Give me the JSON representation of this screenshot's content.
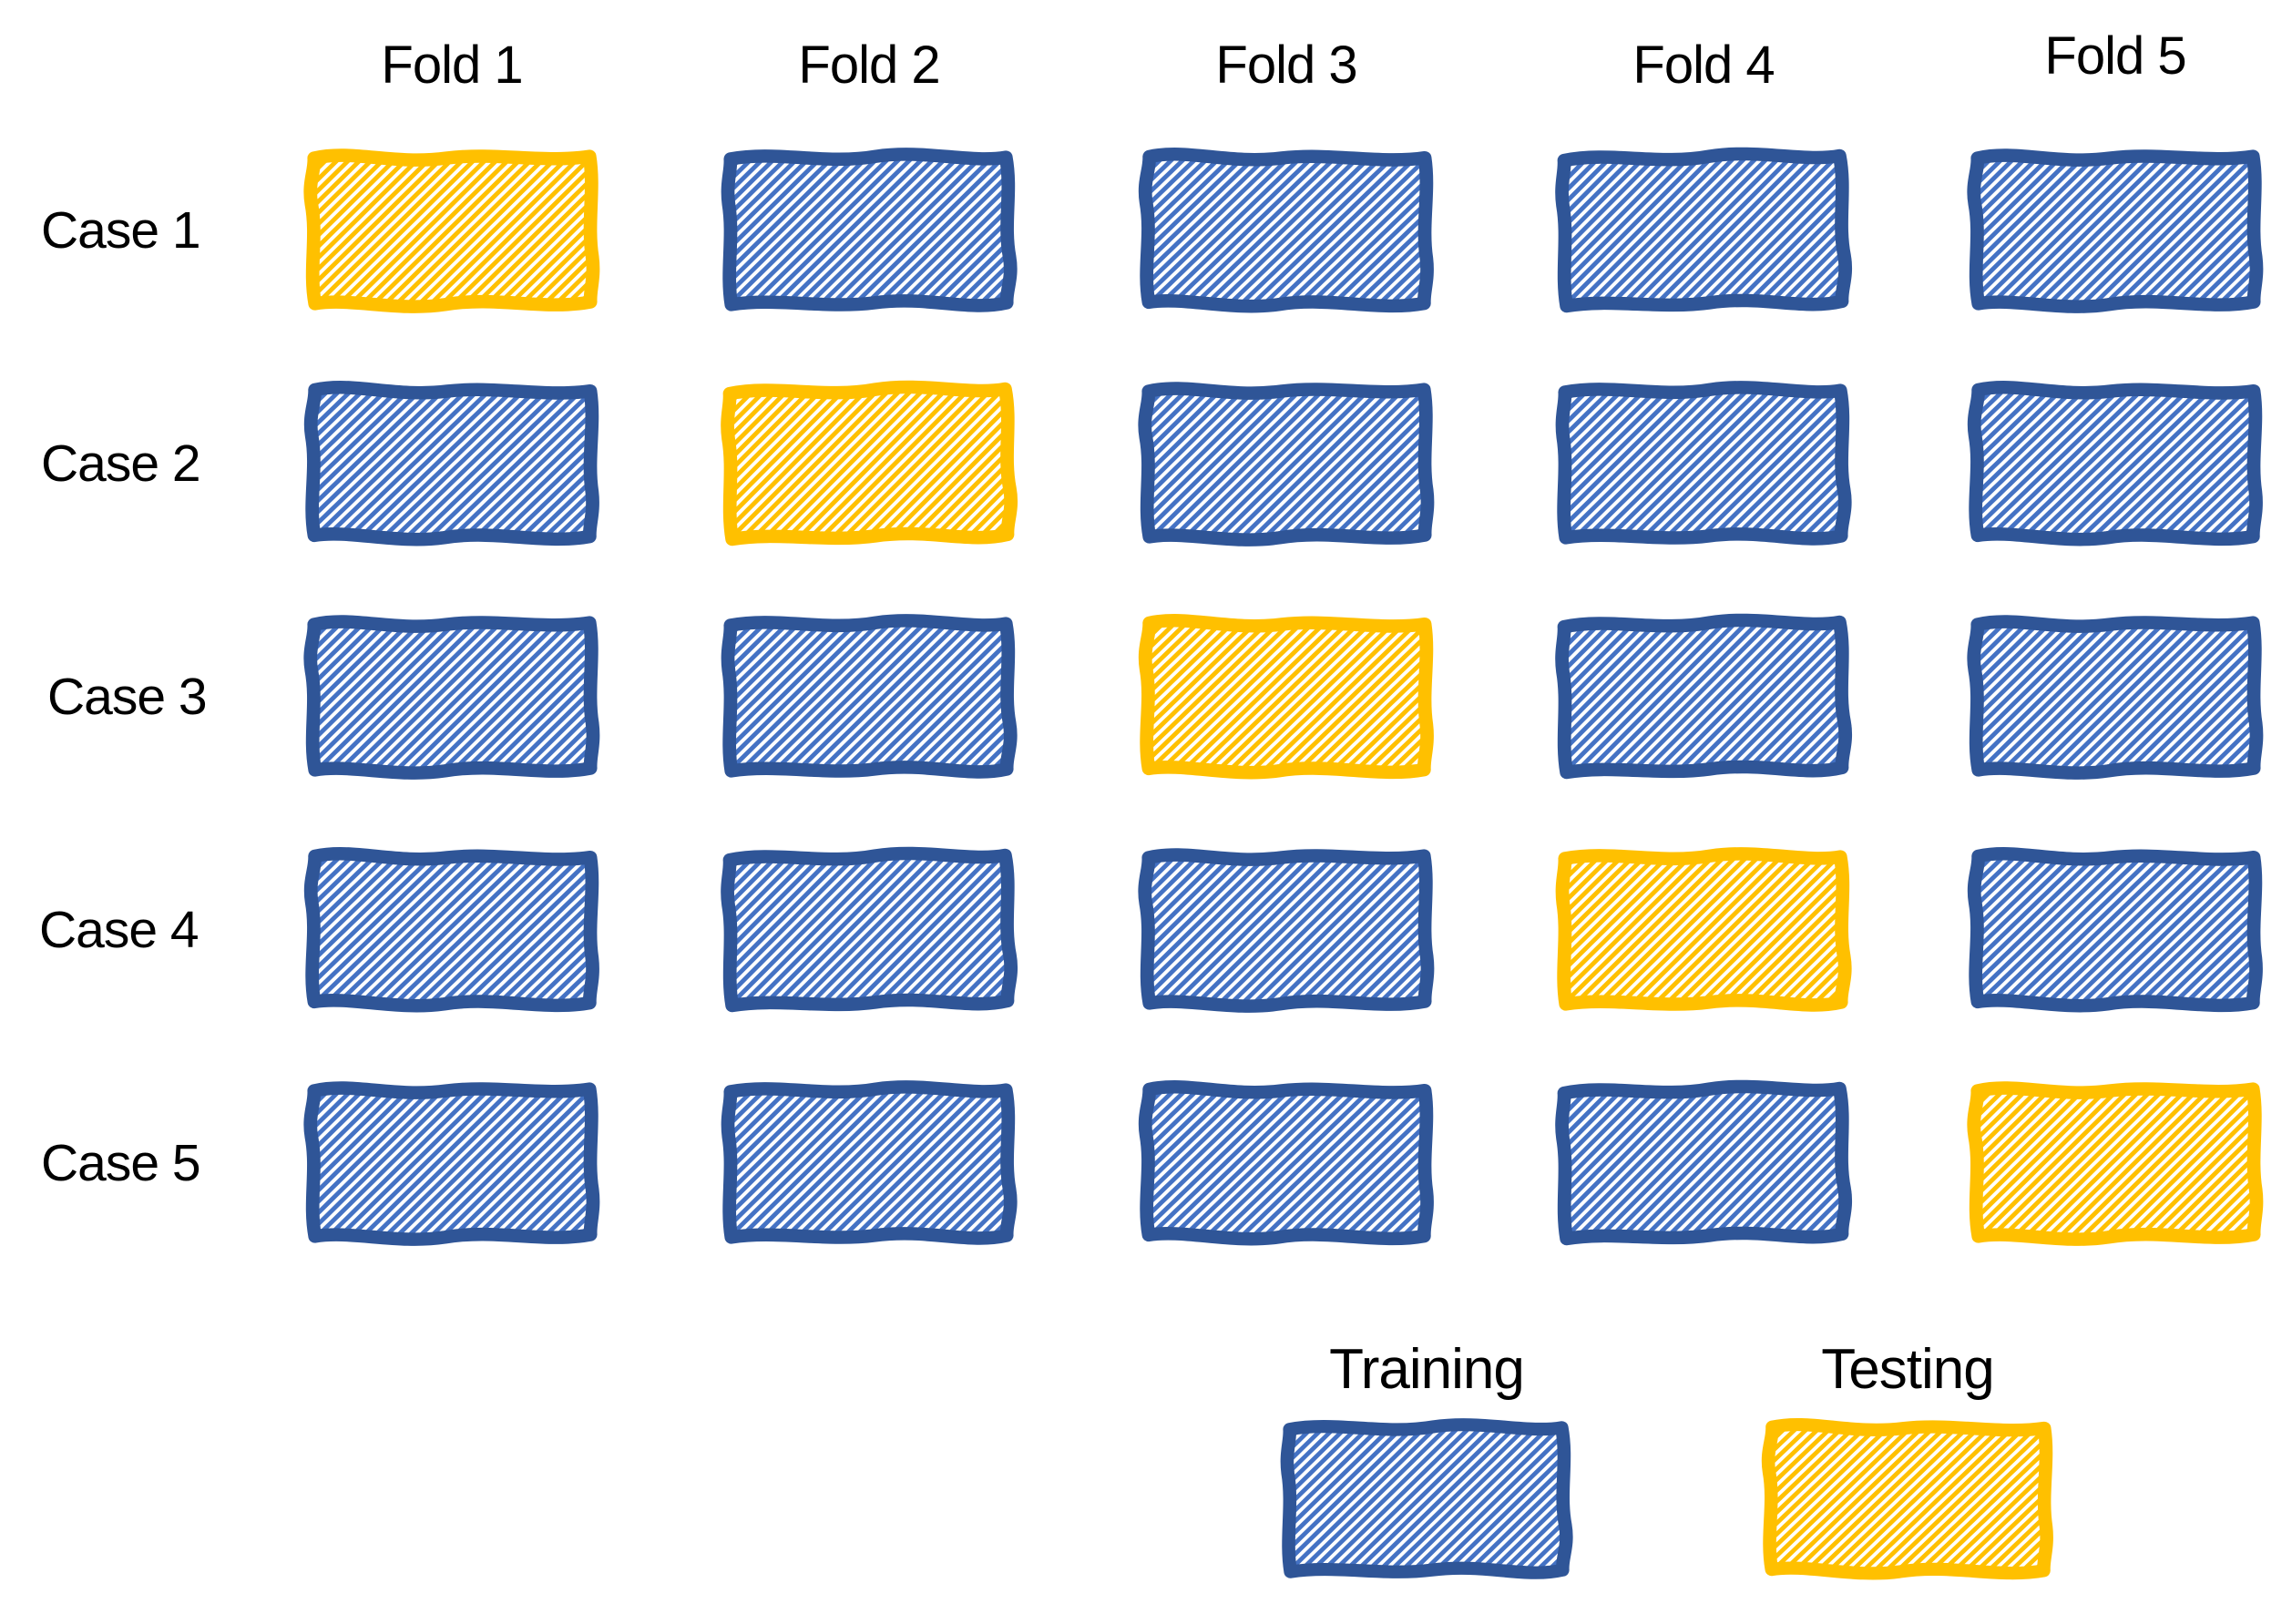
{
  "diagram": {
    "type": "k-fold-cross-validation",
    "columns": [
      "Fold 1",
      "Fold 2",
      "Fold 3",
      "Fold 4",
      "Fold 5"
    ],
    "rows": [
      "Case 1",
      "Case 2",
      "Case 3",
      "Case 4",
      "Case 5"
    ],
    "grid": [
      [
        "testing",
        "training",
        "training",
        "training",
        "training"
      ],
      [
        "training",
        "testing",
        "training",
        "training",
        "training"
      ],
      [
        "training",
        "training",
        "testing",
        "training",
        "training"
      ],
      [
        "training",
        "training",
        "training",
        "testing",
        "training"
      ],
      [
        "training",
        "training",
        "training",
        "training",
        "testing"
      ]
    ],
    "legend": [
      {
        "label": "Training",
        "type": "training"
      },
      {
        "label": "Testing",
        "type": "testing"
      }
    ],
    "colors": {
      "training_border": "#2F5597",
      "training_hatch": "#4472C4",
      "testing_border": "#FFC000",
      "testing_hatch": "#FFC000",
      "hatch_background": "#FFFFFF",
      "background": "#FFFFFF",
      "text": "#000000"
    }
  }
}
